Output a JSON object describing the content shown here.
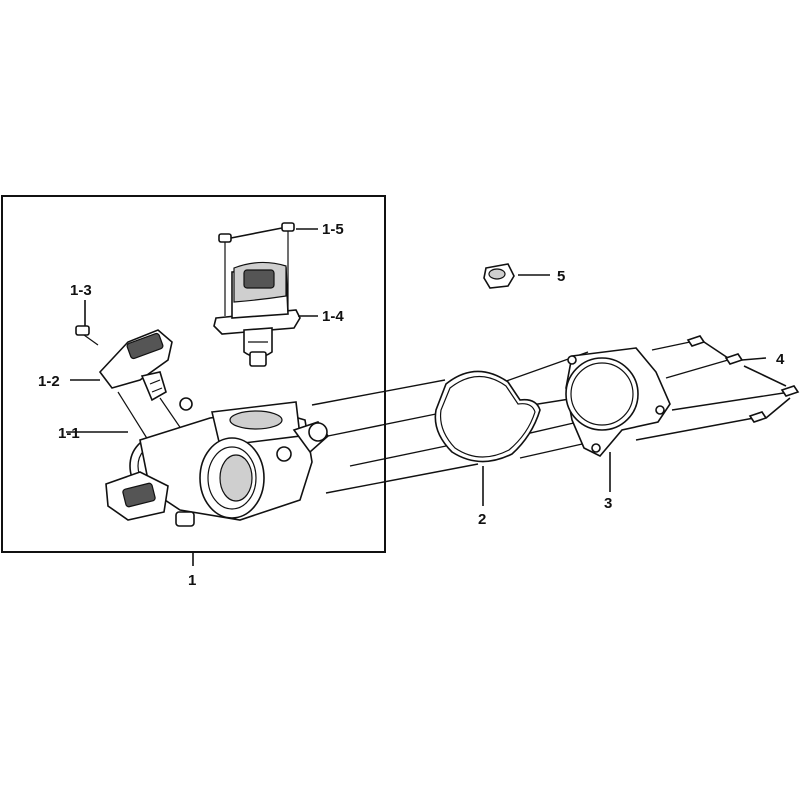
{
  "labels": {
    "l1": "1",
    "l1_1": "1-1",
    "l1_2": "1-2",
    "l1_3": "1-3",
    "l1_4": "1-4",
    "l1_5": "1-5",
    "l2": "2",
    "l3": "3",
    "l4": "4",
    "l5": "5"
  }
}
